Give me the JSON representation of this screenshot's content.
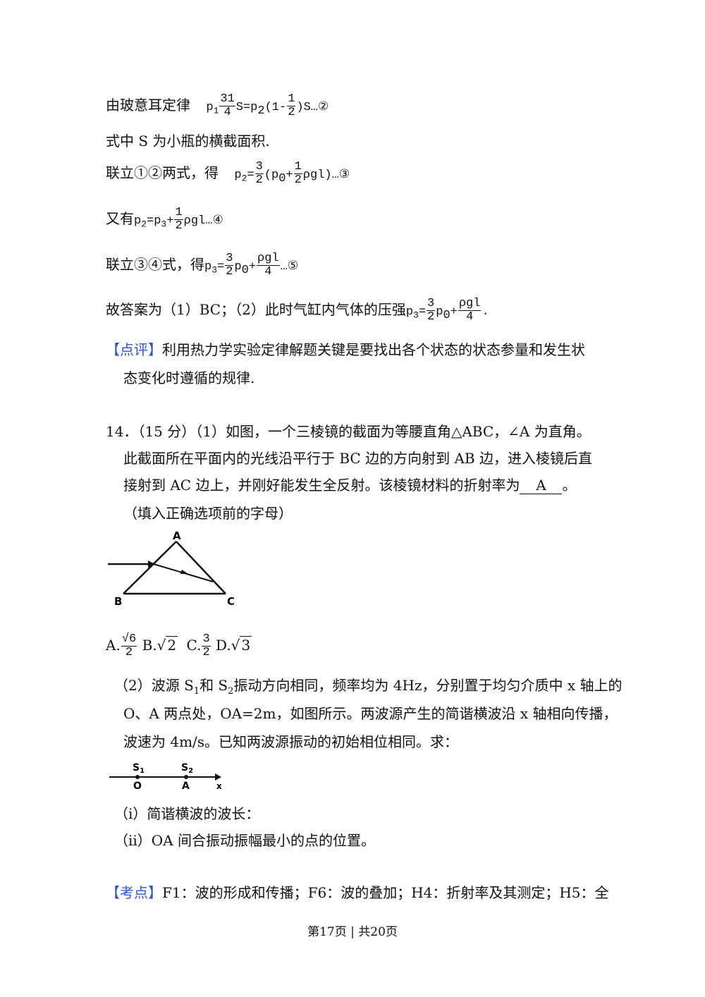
{
  "block1": {
    "l1_text": "由玻意耳定律",
    "l1_p1": "p",
    "l1_p1_sub": "1",
    "l1_frac_num": "31",
    "l1_frac_den": "4",
    "l1_mid": "S=p",
    "l1_p2_sub": "2",
    "l1_paren_open": "(1-",
    "l1_frac2_num": "1",
    "l1_frac2_den": "2",
    "l1_end": ")S…②",
    "l2": "式中 S 为小瓶的横截面积.",
    "l3_text": "联立①②两式，得",
    "l3_p": "p",
    "l3_p_sub": "2",
    "l3_eq": "=",
    "l3_frac_num": "3",
    "l3_frac_den": "2",
    "l3_open": "(p",
    "l3_p0_sub": "0",
    "l3_plus": "+",
    "l3_frac2_num": "1",
    "l3_frac2_den": "2",
    "l3_end": "ρgl)…③",
    "l4_text": "又有",
    "l4_p": "p",
    "l4_p_sub": "2",
    "l4_eq": "=p",
    "l4_p3_sub": "3",
    "l4_plus": "+",
    "l4_frac_num": "1",
    "l4_frac_den": "2",
    "l4_end": "ρgl…④",
    "l5_text": "联立③④式，得",
    "l5_p": "p",
    "l5_p_sub": "3",
    "l5_eq": "=",
    "l5_frac_num": "3",
    "l5_frac_den": "2",
    "l5_p0": "p",
    "l5_p0_sub": "0",
    "l5_plus": "+",
    "l5_frac2_num": "ρgl",
    "l5_frac2_den": "4",
    "l5_end": "…⑤",
    "l6_text": "故答案为（1）BC；（2）此时气缸内气体的压强",
    "l6_p": "p",
    "l6_p_sub": "3",
    "l6_eq": "=",
    "l6_frac_num": "3",
    "l6_frac_den": "2",
    "l6_p0": "p",
    "l6_p0_sub": "0",
    "l6_plus": "+",
    "l6_frac2_num": "ρgl",
    "l6_frac2_den": "4",
    "l6_end": ".",
    "review_tag": "【点评】",
    "review_l1": "利用热力学实验定律解题关键是要找出各个状态的状态参量和发生状",
    "review_l2": "态变化时遵循的规律."
  },
  "q14": {
    "l1": "14．（15 分）（1）如图，一个三棱镜的截面为等腰直角△ABC，∠A 为直角。",
    "l2": "此截面所在平面内的光线沿平行于 BC 边的方向射到 AB 边，进入棱镜后直",
    "l3_pre": "接射到 AC 边上，并刚好能发生全反射。该棱镜材料的折射率为",
    "l3_answer": "A",
    "l3_post": "。",
    "l4": "（填入正确选项前的字母）",
    "fig1": {
      "A": "A",
      "B": "B",
      "C": "C"
    },
    "opt_A_label": "A.",
    "opt_A_num": "√6",
    "opt_A_den": "2",
    "opt_B_label": "B.√",
    "opt_B_rad": "2",
    "opt_C_label": "C.",
    "opt_C_num": "3",
    "opt_C_den": "2",
    "opt_D_label": "D.√",
    "opt_D_rad": "3",
    "p2_l1_a": "（2）波源 S",
    "p2_l1_s1": "1",
    "p2_l1_b": "和 S",
    "p2_l1_s2": "2",
    "p2_l1_c": "振动方向相同，频率均为 4Hz，分别置于均匀介质中 x 轴上的",
    "p2_l2": "O、A 两点处，OA=2m，如图所示。两波源产生的简谐横波沿 x 轴相向传播，",
    "p2_l3": "波速为 4m/s。已知两波源振动的初始相位相同。求：",
    "fig2": {
      "S1": "S",
      "S1_sub": "1",
      "S2": "S",
      "S2_sub": "2",
      "O": "O",
      "A": "A",
      "x": "x"
    },
    "i": "（i）简谐横波的波长：",
    "ii": "（ii）OA 间合振动振幅最小的点的位置。",
    "kaodian_tag": "【考点】",
    "kaodian": "F1：波的形成和传播；F6：波的叠加；H4：折射率及其测定；H5：全"
  },
  "footer": "第17页 | 共20页"
}
